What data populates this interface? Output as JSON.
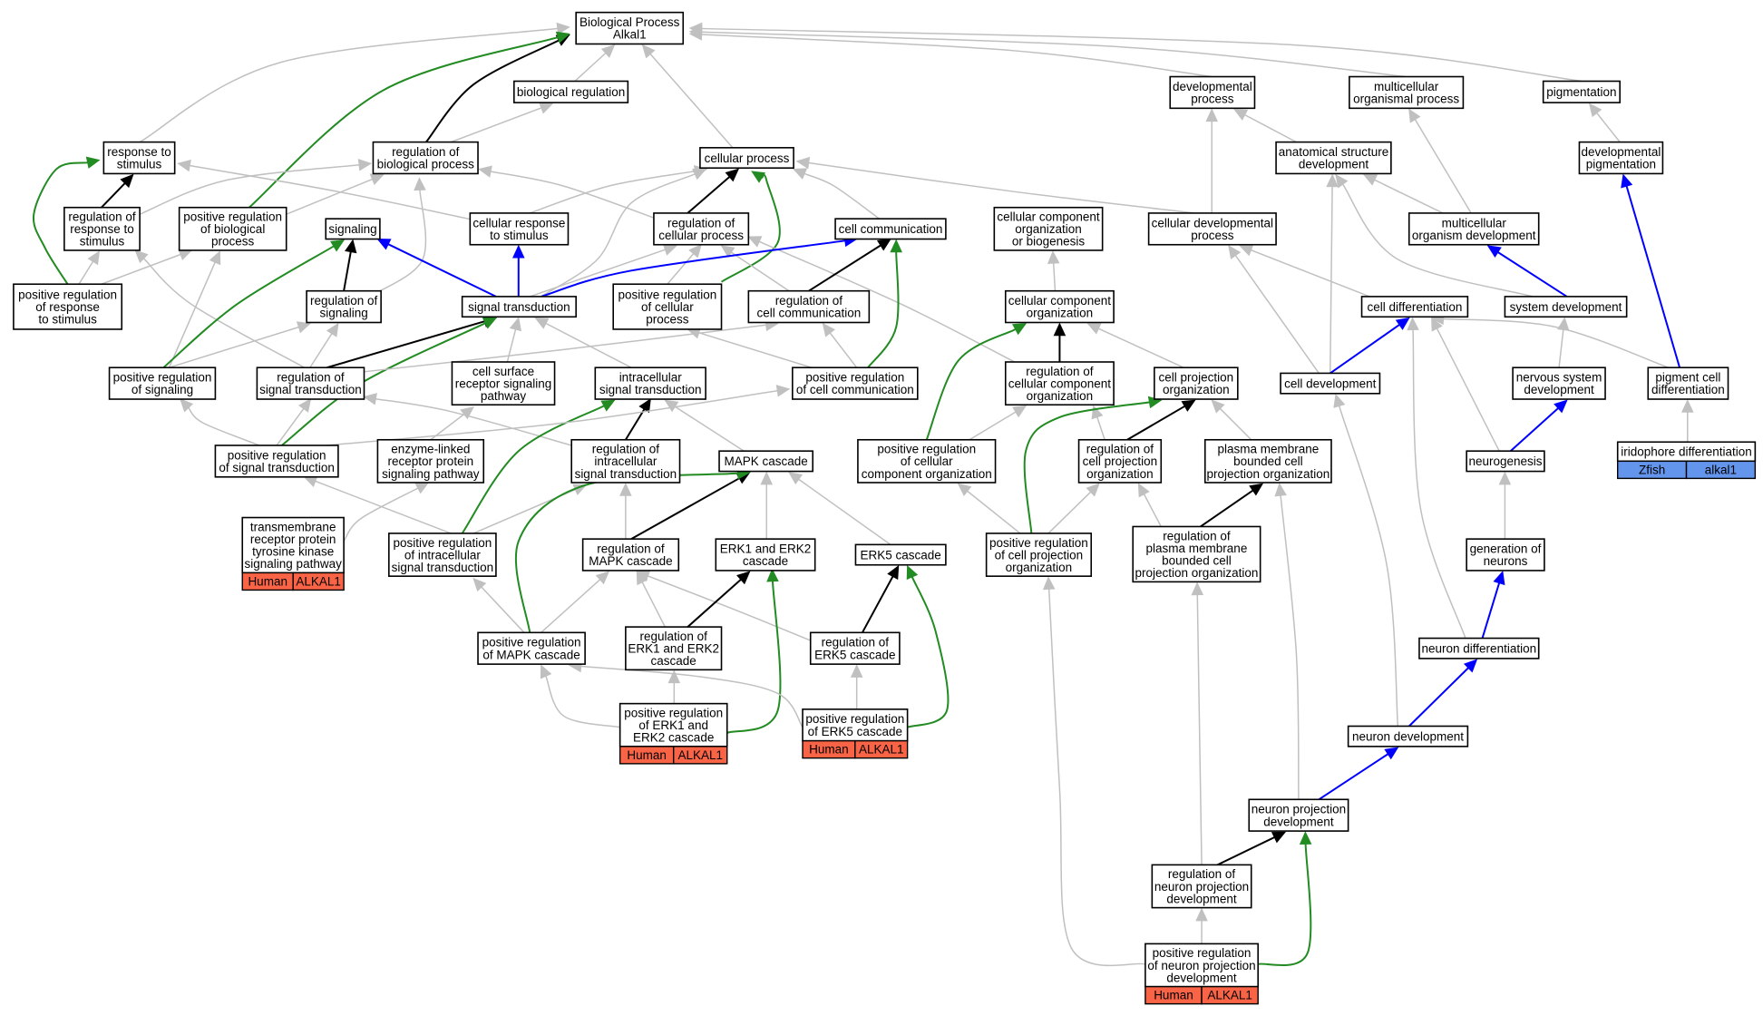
{
  "colors": {
    "gray_edge": "#c0c0c0",
    "black_edge": "#000000",
    "green_edge": "#228b22",
    "blue_edge": "#0000ff",
    "human_tag": "#fa6446",
    "zfish_tag": "#6495ed"
  },
  "nodes": [
    {
      "id": "bp",
      "lines": [
        "Biological Process",
        "Alkal1"
      ]
    },
    {
      "id": "bioreg",
      "lines": [
        "biological regulation"
      ]
    },
    {
      "id": "devproc",
      "lines": [
        "developmental",
        "process"
      ]
    },
    {
      "id": "multiorg",
      "lines": [
        "multicellular",
        "organismal process"
      ]
    },
    {
      "id": "pigm",
      "lines": [
        "pigmentation"
      ]
    },
    {
      "id": "resp",
      "lines": [
        "response to",
        "stimulus"
      ]
    },
    {
      "id": "regbio",
      "lines": [
        "regulation of",
        "biological process"
      ]
    },
    {
      "id": "cellproc",
      "lines": [
        "cellular process"
      ]
    },
    {
      "id": "anat",
      "lines": [
        "anatomical structure",
        "development"
      ]
    },
    {
      "id": "devpigm",
      "lines": [
        "developmental",
        "pigmentation"
      ]
    },
    {
      "id": "regresp",
      "lines": [
        "regulation of",
        "response to",
        "stimulus"
      ]
    },
    {
      "id": "posregbio",
      "lines": [
        "positive regulation",
        "of biological",
        "process"
      ]
    },
    {
      "id": "signaling",
      "lines": [
        "signaling"
      ]
    },
    {
      "id": "cellresp",
      "lines": [
        "cellular response",
        "to stimulus"
      ]
    },
    {
      "id": "regcellproc",
      "lines": [
        "regulation of",
        "cellular process"
      ]
    },
    {
      "id": "cellcomm",
      "lines": [
        "cell communication"
      ]
    },
    {
      "id": "ccob",
      "lines": [
        "cellular component",
        "organization",
        "or biogenesis"
      ]
    },
    {
      "id": "celldevproc",
      "lines": [
        "cellular developmental",
        "process"
      ]
    },
    {
      "id": "multidev",
      "lines": [
        "multicellular",
        "organism development"
      ]
    },
    {
      "id": "posregresp",
      "lines": [
        "positive regulation",
        "of response",
        "to stimulus"
      ]
    },
    {
      "id": "regsig",
      "lines": [
        "regulation of",
        "signaling"
      ]
    },
    {
      "id": "sigtrans",
      "lines": [
        "signal transduction"
      ]
    },
    {
      "id": "posregcellproc",
      "lines": [
        "positive regulation",
        "of cellular",
        "process"
      ]
    },
    {
      "id": "regcellcomm",
      "lines": [
        "regulation of",
        "cell communication"
      ]
    },
    {
      "id": "cco",
      "lines": [
        "cellular component",
        "organization"
      ]
    },
    {
      "id": "celldiff",
      "lines": [
        "cell differentiation"
      ]
    },
    {
      "id": "sysdev",
      "lines": [
        "system development"
      ]
    },
    {
      "id": "posregsig",
      "lines": [
        "positive regulation",
        "of signaling"
      ]
    },
    {
      "id": "regsigtrans",
      "lines": [
        "regulation of",
        "signal transduction"
      ]
    },
    {
      "id": "csrsp",
      "lines": [
        "cell surface",
        "receptor signaling",
        "pathway"
      ]
    },
    {
      "id": "intracell",
      "lines": [
        "intracellular",
        "signal transduction"
      ]
    },
    {
      "id": "posregcellcomm",
      "lines": [
        "positive regulation",
        "of cell communication"
      ]
    },
    {
      "id": "regcco",
      "lines": [
        "regulation of",
        "cellular component",
        "organization"
      ]
    },
    {
      "id": "cpo",
      "lines": [
        "cell projection",
        "organization"
      ]
    },
    {
      "id": "celldev",
      "lines": [
        "cell development"
      ]
    },
    {
      "id": "nsdev",
      "lines": [
        "nervous system",
        "development"
      ]
    },
    {
      "id": "pigcelldiff",
      "lines": [
        "pigment cell",
        "differentiation"
      ]
    },
    {
      "id": "posregsigtrans",
      "lines": [
        "positive regulation",
        "of signal transduction"
      ]
    },
    {
      "id": "elrsp",
      "lines": [
        "enzyme-linked",
        "receptor protein",
        "signaling pathway"
      ]
    },
    {
      "id": "regintra",
      "lines": [
        "regulation of",
        "intracellular",
        "signal transduction"
      ]
    },
    {
      "id": "mapk",
      "lines": [
        "MAPK cascade"
      ]
    },
    {
      "id": "posregcco",
      "lines": [
        "positive regulation",
        "of cellular",
        "component organization"
      ]
    },
    {
      "id": "regcpo",
      "lines": [
        "regulation of",
        "cell projection",
        "organization"
      ]
    },
    {
      "id": "pmbcpo",
      "lines": [
        "plasma membrane",
        "bounded cell",
        "projection organization"
      ]
    },
    {
      "id": "neurogen",
      "lines": [
        "neurogenesis"
      ]
    },
    {
      "id": "iridophore",
      "lines": [
        "iridophore differentiation"
      ],
      "tag": [
        "Zfish",
        "alkal1"
      ],
      "tag_color": "zfish"
    },
    {
      "id": "tmrtk",
      "lines": [
        "transmembrane",
        "receptor protein",
        "tyrosine kinase",
        "signaling pathway"
      ],
      "tag": [
        "Human",
        "ALKAL1"
      ],
      "tag_color": "human"
    },
    {
      "id": "posregintra",
      "lines": [
        "positive regulation",
        "of intracellular",
        "signal transduction"
      ]
    },
    {
      "id": "regmapk",
      "lines": [
        "regulation of",
        "MAPK cascade"
      ]
    },
    {
      "id": "erk12",
      "lines": [
        "ERK1 and ERK2",
        "cascade"
      ]
    },
    {
      "id": "erk5",
      "lines": [
        "ERK5 cascade"
      ]
    },
    {
      "id": "posregcpo",
      "lines": [
        "positive regulation",
        "of cell projection",
        "organization"
      ]
    },
    {
      "id": "regpmbcpo",
      "lines": [
        "regulation of",
        "plasma membrane",
        "bounded cell",
        "projection organization"
      ]
    },
    {
      "id": "genneur",
      "lines": [
        "generation of",
        "neurons"
      ]
    },
    {
      "id": "posregmapk",
      "lines": [
        "positive regulation",
        "of MAPK cascade"
      ]
    },
    {
      "id": "regerk12",
      "lines": [
        "regulation of",
        "ERK1 and ERK2",
        "cascade"
      ]
    },
    {
      "id": "regerk5",
      "lines": [
        "regulation of",
        "ERK5 cascade"
      ]
    },
    {
      "id": "neurdiff",
      "lines": [
        "neuron differentiation"
      ]
    },
    {
      "id": "posregerk12",
      "lines": [
        "positive regulation",
        "of ERK1 and",
        "ERK2 cascade"
      ],
      "tag": [
        "Human",
        "ALKAL1"
      ],
      "tag_color": "human"
    },
    {
      "id": "posregerk5",
      "lines": [
        "positive regulation",
        "of ERK5 cascade"
      ],
      "tag": [
        "Human",
        "ALKAL1"
      ],
      "tag_color": "human"
    },
    {
      "id": "neurondev",
      "lines": [
        "neuron development"
      ]
    },
    {
      "id": "npd",
      "lines": [
        "neuron projection",
        "development"
      ]
    },
    {
      "id": "regnpd",
      "lines": [
        "regulation of",
        "neuron projection",
        "development"
      ]
    },
    {
      "id": "posregnpd",
      "lines": [
        "positive regulation",
        "of neuron projection",
        "development"
      ],
      "tag": [
        "Human",
        "ALKAL1"
      ],
      "tag_color": "human"
    }
  ],
  "edges": [
    {
      "from": "bioreg",
      "to": "bp",
      "color": "gray"
    },
    {
      "from": "devproc",
      "to": "bp",
      "color": "gray"
    },
    {
      "from": "multiorg",
      "to": "bp",
      "color": "gray"
    },
    {
      "from": "pigm",
      "to": "bp",
      "color": "gray"
    },
    {
      "from": "resp",
      "to": "bp",
      "color": "gray"
    },
    {
      "from": "cellproc",
      "to": "bp",
      "color": "gray"
    },
    {
      "from": "regbio",
      "to": "bp",
      "color": "black"
    },
    {
      "from": "posregbio",
      "to": "bp",
      "color": "green"
    },
    {
      "from": "regbio",
      "to": "bioreg",
      "color": "gray"
    },
    {
      "from": "anat",
      "to": "devproc",
      "color": "gray"
    },
    {
      "from": "celldevproc",
      "to": "devproc",
      "color": "gray"
    },
    {
      "from": "multidev",
      "to": "multiorg",
      "color": "gray"
    },
    {
      "from": "devpigm",
      "to": "pigm",
      "color": "gray"
    },
    {
      "from": "regresp",
      "to": "resp",
      "color": "black"
    },
    {
      "from": "posregresp",
      "to": "resp",
      "color": "green"
    },
    {
      "from": "cellresp",
      "to": "resp",
      "color": "gray"
    },
    {
      "from": "regresp",
      "to": "regbio",
      "color": "gray"
    },
    {
      "from": "posregbio",
      "to": "regbio",
      "color": "gray"
    },
    {
      "from": "regsig",
      "to": "regbio",
      "color": "gray"
    },
    {
      "from": "regcellproc",
      "to": "regbio",
      "color": "gray"
    },
    {
      "from": "regcellproc",
      "to": "cellproc",
      "color": "black"
    },
    {
      "from": "posregcellproc",
      "to": "cellproc",
      "color": "green"
    },
    {
      "from": "cellresp",
      "to": "cellproc",
      "color": "gray"
    },
    {
      "from": "cellcomm",
      "to": "cellproc",
      "color": "gray"
    },
    {
      "from": "celldevproc",
      "to": "cellproc",
      "color": "gray"
    },
    {
      "from": "sigtrans",
      "to": "cellproc",
      "color": "gray"
    },
    {
      "from": "multidev",
      "to": "anat",
      "color": "gray"
    },
    {
      "from": "celldev",
      "to": "anat",
      "color": "gray"
    },
    {
      "from": "sysdev",
      "to": "anat",
      "color": "gray"
    },
    {
      "from": "pigcelldiff",
      "to": "devpigm",
      "color": "blue"
    },
    {
      "from": "posregresp",
      "to": "regresp",
      "color": "gray"
    },
    {
      "from": "regsigtrans",
      "to": "regresp",
      "color": "gray"
    },
    {
      "from": "posregresp",
      "to": "posregbio",
      "color": "gray"
    },
    {
      "from": "posregsig",
      "to": "posregbio",
      "color": "gray"
    },
    {
      "from": "regsig",
      "to": "signaling",
      "color": "black"
    },
    {
      "from": "posregsig",
      "to": "signaling",
      "color": "green"
    },
    {
      "from": "sigtrans",
      "to": "signaling",
      "color": "blue"
    },
    {
      "from": "sigtrans",
      "to": "cellresp",
      "color": "blue"
    },
    {
      "from": "regcellcomm",
      "to": "regcellproc",
      "color": "gray"
    },
    {
      "from": "posregcellproc",
      "to": "regcellproc",
      "color": "gray"
    },
    {
      "from": "regcco",
      "to": "regcellproc",
      "color": "gray"
    },
    {
      "from": "sigtrans",
      "to": "regcellproc",
      "color": "gray"
    },
    {
      "from": "sigtrans",
      "to": "cellcomm",
      "color": "blue"
    },
    {
      "from": "regcellcomm",
      "to": "cellcomm",
      "color": "black"
    },
    {
      "from": "posregcellcomm",
      "to": "cellcomm",
      "color": "green"
    },
    {
      "from": "cco",
      "to": "ccob",
      "color": "gray"
    },
    {
      "from": "celldiff",
      "to": "celldevproc",
      "color": "gray"
    },
    {
      "from": "celldev",
      "to": "celldevproc",
      "color": "gray"
    },
    {
      "from": "sysdev",
      "to": "multidev",
      "color": "blue"
    },
    {
      "from": "regsigtrans",
      "to": "regsig",
      "color": "gray"
    },
    {
      "from": "posregsig",
      "to": "regsig",
      "color": "gray"
    },
    {
      "from": "regsigtrans",
      "to": "sigtrans",
      "color": "black"
    },
    {
      "from": "posregsigtrans",
      "to": "sigtrans",
      "color": "green"
    },
    {
      "from": "csrsp",
      "to": "sigtrans",
      "color": "gray"
    },
    {
      "from": "intracell",
      "to": "sigtrans",
      "color": "gray"
    },
    {
      "from": "posregcellcomm",
      "to": "posregcellproc",
      "color": "gray"
    },
    {
      "from": "posregcellcomm",
      "to": "regcellcomm",
      "color": "gray"
    },
    {
      "from": "regsigtrans",
      "to": "regcellcomm",
      "color": "gray"
    },
    {
      "from": "regcco",
      "to": "cco",
      "color": "black"
    },
    {
      "from": "posregcco",
      "to": "cco",
      "color": "green"
    },
    {
      "from": "cpo",
      "to": "cco",
      "color": "gray"
    },
    {
      "from": "celldev",
      "to": "celldiff",
      "color": "blue"
    },
    {
      "from": "neurogen",
      "to": "celldiff",
      "color": "gray"
    },
    {
      "from": "neurdiff",
      "to": "celldiff",
      "color": "gray"
    },
    {
      "from": "pigcelldiff",
      "to": "celldiff",
      "color": "gray"
    },
    {
      "from": "nsdev",
      "to": "sysdev",
      "color": "gray"
    },
    {
      "from": "posregsigtrans",
      "to": "posregsig",
      "color": "gray"
    },
    {
      "from": "posregsigtrans",
      "to": "regsigtrans",
      "color": "gray"
    },
    {
      "from": "regintra",
      "to": "regsigtrans",
      "color": "gray"
    },
    {
      "from": "elrsp",
      "to": "csrsp",
      "color": "gray"
    },
    {
      "from": "regintra",
      "to": "intracell",
      "color": "black"
    },
    {
      "from": "posregintra",
      "to": "intracell",
      "color": "green"
    },
    {
      "from": "mapk",
      "to": "intracell",
      "color": "gray"
    },
    {
      "from": "posregsigtrans",
      "to": "posregcellcomm",
      "color": "gray"
    },
    {
      "from": "posregcco",
      "to": "regcco",
      "color": "gray"
    },
    {
      "from": "regcpo",
      "to": "regcco",
      "color": "gray"
    },
    {
      "from": "regcpo",
      "to": "cpo",
      "color": "black"
    },
    {
      "from": "posregcpo",
      "to": "cpo",
      "color": "green"
    },
    {
      "from": "pmbcpo",
      "to": "cpo",
      "color": "gray"
    },
    {
      "from": "neurondev",
      "to": "celldev",
      "color": "gray"
    },
    {
      "from": "neurogen",
      "to": "nsdev",
      "color": "blue"
    },
    {
      "from": "iridophore",
      "to": "pigcelldiff",
      "color": "gray"
    },
    {
      "from": "posregintra",
      "to": "posregsigtrans",
      "color": "gray"
    },
    {
      "from": "tmrtk",
      "to": "elrsp",
      "color": "gray"
    },
    {
      "from": "posregintra",
      "to": "regintra",
      "color": "gray"
    },
    {
      "from": "regmapk",
      "to": "regintra",
      "color": "gray"
    },
    {
      "from": "regmapk",
      "to": "mapk",
      "color": "black"
    },
    {
      "from": "posregmapk",
      "to": "mapk",
      "color": "green"
    },
    {
      "from": "erk12",
      "to": "mapk",
      "color": "gray"
    },
    {
      "from": "erk5",
      "to": "mapk",
      "color": "gray"
    },
    {
      "from": "posregcpo",
      "to": "posregcco",
      "color": "gray"
    },
    {
      "from": "posregcpo",
      "to": "regcpo",
      "color": "gray"
    },
    {
      "from": "regpmbcpo",
      "to": "regcpo",
      "color": "gray"
    },
    {
      "from": "regpmbcpo",
      "to": "pmbcpo",
      "color": "black"
    },
    {
      "from": "npd",
      "to": "pmbcpo",
      "color": "gray"
    },
    {
      "from": "genneur",
      "to": "neurogen",
      "color": "gray"
    },
    {
      "from": "posregmapk",
      "to": "posregintra",
      "color": "gray"
    },
    {
      "from": "posregmapk",
      "to": "regmapk",
      "color": "gray"
    },
    {
      "from": "regerk12",
      "to": "regmapk",
      "color": "gray"
    },
    {
      "from": "regerk5",
      "to": "regmapk",
      "color": "gray"
    },
    {
      "from": "regerk12",
      "to": "erk12",
      "color": "black"
    },
    {
      "from": "posregerk12",
      "to": "erk12",
      "color": "green"
    },
    {
      "from": "regerk5",
      "to": "erk5",
      "color": "black"
    },
    {
      "from": "posregerk5",
      "to": "erk5",
      "color": "green"
    },
    {
      "from": "posregnpd",
      "to": "posregcpo",
      "color": "gray"
    },
    {
      "from": "regnpd",
      "to": "regpmbcpo",
      "color": "gray"
    },
    {
      "from": "neurdiff",
      "to": "genneur",
      "color": "blue"
    },
    {
      "from": "posregerk12",
      "to": "posregmapk",
      "color": "gray"
    },
    {
      "from": "posregerk5",
      "to": "posregmapk",
      "color": "gray"
    },
    {
      "from": "posregerk12",
      "to": "regerk12",
      "color": "gray"
    },
    {
      "from": "posregerk5",
      "to": "regerk5",
      "color": "gray"
    },
    {
      "from": "neurondev",
      "to": "neurdiff",
      "color": "blue"
    },
    {
      "from": "npd",
      "to": "neurondev",
      "color": "blue"
    },
    {
      "from": "regnpd",
      "to": "npd",
      "color": "black"
    },
    {
      "from": "posregnpd",
      "to": "npd",
      "color": "green"
    },
    {
      "from": "posregnpd",
      "to": "regnpd",
      "color": "gray"
    }
  ]
}
